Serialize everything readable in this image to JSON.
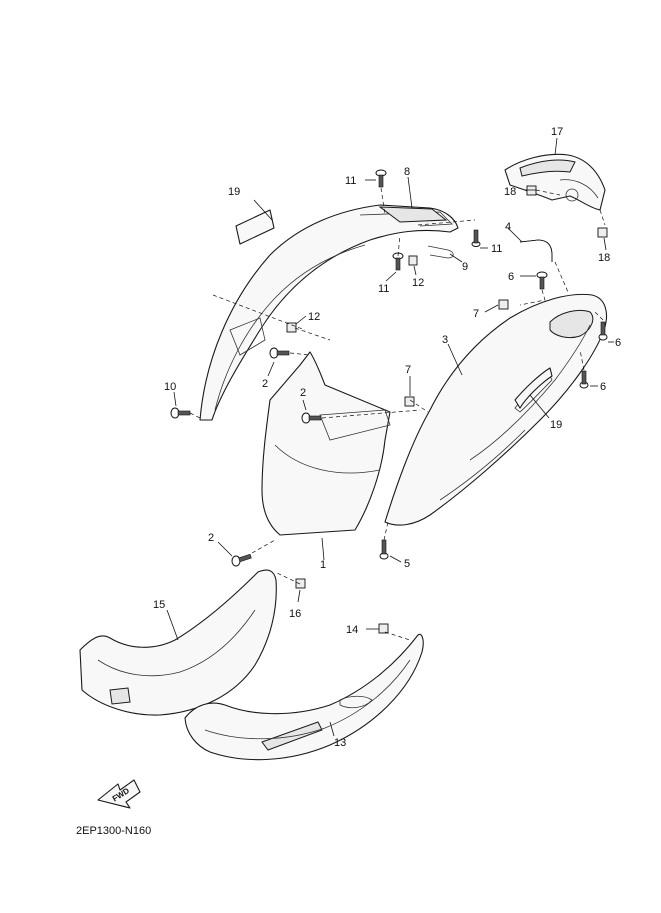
{
  "diagram": {
    "reference_code": "2EP1300-N160",
    "fwd_label": "FWD",
    "callouts": {
      "c1": "1",
      "c2a": "2",
      "c2b": "2",
      "c2c": "2",
      "c3": "3",
      "c4": "4",
      "c5": "5",
      "c6a": "6",
      "c6b": "6",
      "c6c": "6",
      "c7a": "7",
      "c7b": "7",
      "c8": "8",
      "c9": "9",
      "c10": "10",
      "c11a": "11",
      "c11b": "11",
      "c11c": "11",
      "c12a": "12",
      "c12b": "12",
      "c13": "13",
      "c14": "14",
      "c15": "15",
      "c16": "16",
      "c17": "17",
      "c18a": "18",
      "c18b": "18",
      "c19a": "19",
      "c19b": "19"
    }
  }
}
